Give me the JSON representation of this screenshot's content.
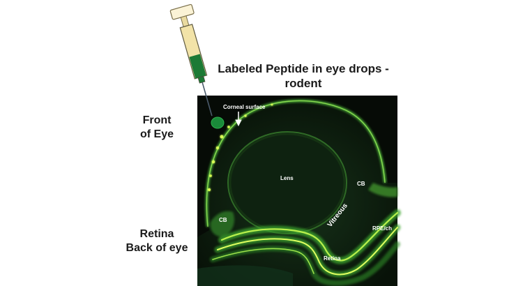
{
  "title_line1": "Labeled Peptide in eye drops -",
  "title_line2": "rodent",
  "label_front_line1": "Front",
  "label_front_line2": "of Eye",
  "label_back_line1": "Retina",
  "label_back_line2": "Back of eye",
  "micro_labels": {
    "corneal_surface": "Corneal surface",
    "lens": "Lens",
    "cb_right": "CB",
    "cb_left": "CB",
    "vitreous": "Vitreous",
    "rpe": "RPE/ch",
    "retina": "Retina"
  },
  "colors": {
    "fluorescence": "#5fcf3a",
    "bright_spots": "#d8ff55",
    "background_tissue": "#0b1a0b",
    "syringe_liquid": "#1c7a35",
    "syringe_barrel": "#f2e3a8",
    "drop": "#1a8a3a"
  }
}
